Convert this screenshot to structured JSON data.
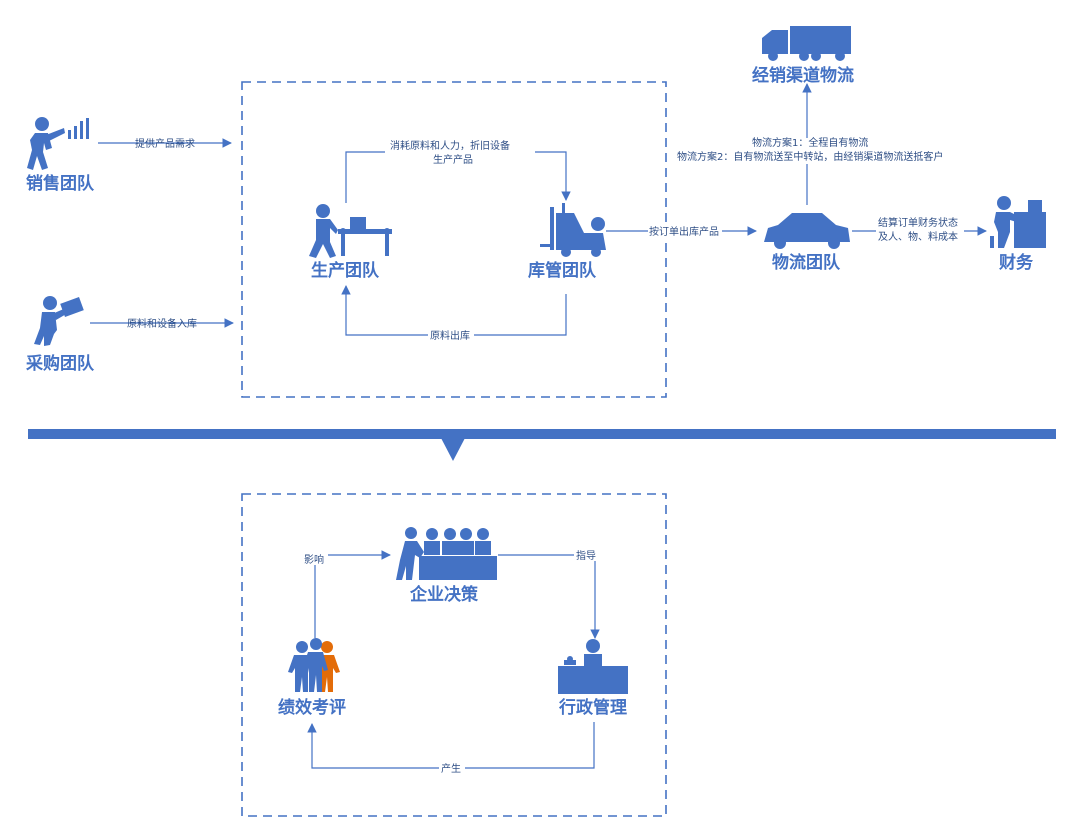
{
  "colors": {
    "primary": "#4472c4",
    "accent": "#e36c09",
    "text_small": "#2f4f86"
  },
  "top": {
    "nodes": {
      "sales": "销售团队",
      "purchasing": "采购团队",
      "production": "生产团队",
      "warehouse": "库管团队",
      "logistics": "物流团队",
      "distribution": "经销渠道物流",
      "finance": "财务"
    },
    "edges": {
      "sales_demand": "提供产品需求",
      "purchase_in": "原料和设备入库",
      "consume_line1": "消耗原料和人力，折旧设备",
      "consume_line2": "生产产品",
      "material_out": "原料出库",
      "order_out": "按订单出库产品",
      "logistics_plan1": "物流方案1：全程自有物流",
      "logistics_plan2": "物流方案2：自有物流送至中转站，由经销渠道物流送抵客户",
      "settle_line1": "结算订单财务状态",
      "settle_line2": "及人、物、料成本"
    }
  },
  "bottom": {
    "nodes": {
      "decision": "企业决策",
      "admin": "行政管理",
      "performance": "绩效考评"
    },
    "edges": {
      "guide": "指导",
      "produce": "产生",
      "influence": "影响"
    }
  },
  "icons": [
    "person-pointing-icon",
    "person-carrying-icon",
    "worker-conveyor-icon",
    "forklift-icon",
    "car-icon",
    "truck-icon",
    "desk-worker-icon",
    "meeting-table-icon",
    "reception-desk-icon",
    "team-group-icon"
  ]
}
